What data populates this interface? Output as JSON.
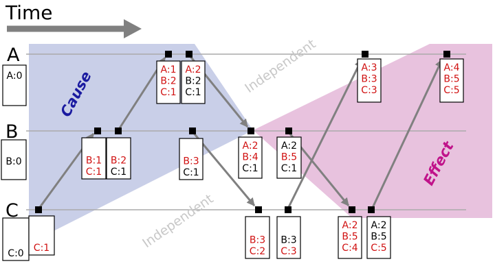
{
  "title": "Time",
  "processes": [
    "A",
    "B",
    "C"
  ],
  "region_labels": {
    "cause": "Cause",
    "effect": "Effect",
    "independent_top": "Independent",
    "independent_bottom": "Independent"
  },
  "colors": {
    "cause_fill": "#c9cfe8",
    "effect_fill": "#e8c2de",
    "cause_text": "#1a1aa0",
    "effect_text": "#c0138a",
    "highlight_text": "#d01010",
    "normal_text": "#000000",
    "independent_text": "#c8c8c8",
    "arrow": "#808080",
    "process_line": "#aaaaaa"
  },
  "initial_states": [
    {
      "id": "init-a",
      "lines": [
        {
          "t": "A:0",
          "h": false
        }
      ]
    },
    {
      "id": "init-b",
      "lines": [
        {
          "t": "B:0",
          "h": false
        }
      ]
    },
    {
      "id": "init-c",
      "lines": [
        {
          "t": "C:0",
          "h": false
        }
      ]
    }
  ],
  "events": [
    {
      "id": "event-c1",
      "lines": [
        {
          "t": "C:1",
          "h": true
        }
      ]
    },
    {
      "id": "event-b1",
      "lines": [
        {
          "t": "B:1",
          "h": true
        },
        {
          "t": "C:1",
          "h": true
        }
      ]
    },
    {
      "id": "event-b2",
      "lines": [
        {
          "t": "B:2",
          "h": true
        },
        {
          "t": "C:1",
          "h": false
        }
      ]
    },
    {
      "id": "event-a1",
      "lines": [
        {
          "t": "A:1",
          "h": true
        },
        {
          "t": "B:2",
          "h": true
        },
        {
          "t": "C:1",
          "h": true
        }
      ]
    },
    {
      "id": "event-a2",
      "lines": [
        {
          "t": "A:2",
          "h": true
        },
        {
          "t": "B:2",
          "h": false
        },
        {
          "t": "C:1",
          "h": false
        }
      ]
    },
    {
      "id": "event-b3",
      "lines": [
        {
          "t": "B:3",
          "h": true
        },
        {
          "t": "C:1",
          "h": false
        }
      ]
    },
    {
      "id": "event-b4",
      "lines": [
        {
          "t": "A:2",
          "h": true
        },
        {
          "t": "B:4",
          "h": true
        },
        {
          "t": "C:1",
          "h": false
        }
      ]
    },
    {
      "id": "event-b5",
      "lines": [
        {
          "t": "A:2",
          "h": false
        },
        {
          "t": "B:5",
          "h": true
        },
        {
          "t": "C:1",
          "h": false
        }
      ]
    },
    {
      "id": "event-c2",
      "lines": [
        {
          "t": "B:3",
          "h": true
        },
        {
          "t": "C:2",
          "h": true
        }
      ]
    },
    {
      "id": "event-c3",
      "lines": [
        {
          "t": "B:3",
          "h": false
        },
        {
          "t": "C:3",
          "h": true
        }
      ]
    },
    {
      "id": "event-a3",
      "lines": [
        {
          "t": "A:3",
          "h": true
        },
        {
          "t": "B:3",
          "h": true
        },
        {
          "t": "C:3",
          "h": true
        }
      ]
    },
    {
      "id": "event-c4",
      "lines": [
        {
          "t": "A:2",
          "h": true
        },
        {
          "t": "B:5",
          "h": true
        },
        {
          "t": "C:4",
          "h": true
        }
      ]
    },
    {
      "id": "event-c5",
      "lines": [
        {
          "t": "A:2",
          "h": false
        },
        {
          "t": "B:5",
          "h": false
        },
        {
          "t": "C:5",
          "h": true
        }
      ]
    },
    {
      "id": "event-a4",
      "lines": [
        {
          "t": "A:4",
          "h": true
        },
        {
          "t": "B:5",
          "h": true
        },
        {
          "t": "C:5",
          "h": true
        }
      ]
    }
  ]
}
